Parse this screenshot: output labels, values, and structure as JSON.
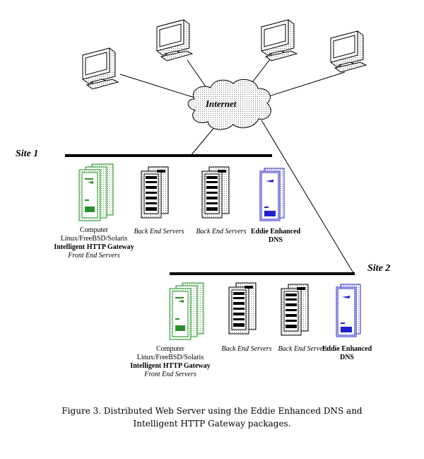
{
  "internet_label": "Internet",
  "site1": {
    "label": "Site 1",
    "gateway": {
      "line1": "Computer",
      "line2": "Linux/FreeBSD/Solaris",
      "line3": "Intelligent HTTP Gateway",
      "line4": "Front End Servers"
    },
    "backend1": "Back End Servers",
    "backend2": "Back End Servers",
    "dns": {
      "line1": "Eddie Enhanced",
      "line2": "DNS"
    }
  },
  "site2": {
    "label": "Site 2",
    "gateway": {
      "line1": "Computer",
      "line2": "Linux/FreeBSD/Solaris",
      "line3": "Intelligent HTTP Gateway",
      "line4": "Front End Servers"
    },
    "backend1": "Back End Servers",
    "backend2": "Back End Servers",
    "dns": {
      "line1": "Eddie Enhanced",
      "line2": "DNS"
    }
  },
  "caption": {
    "line1": "Figure 3. Distributed Web Server using the Eddie Enhanced DNS and",
    "line2": "Intelligent HTTP Gateway packages."
  },
  "colors": {
    "gateway": "#2a8f2a",
    "dns": "#2222cc",
    "server": "#000000"
  }
}
